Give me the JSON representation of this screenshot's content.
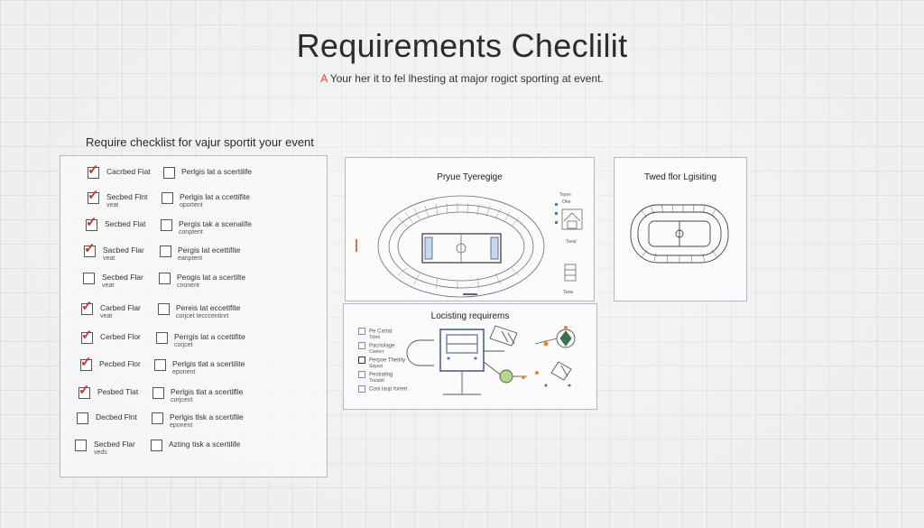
{
  "header": {
    "title": "Requirements Checlilit",
    "subtitle_accent": "A",
    "subtitle_rest": "Your her it to fel lhesting at major rogict sporting at event."
  },
  "checklist": {
    "heading": "Require checklist for vajur sportit your event",
    "left": [
      {
        "label": "Cacrbed Fiat",
        "sub": "",
        "checked": true
      },
      {
        "label": "Secbed Flnt",
        "sub": "veat",
        "checked": true
      },
      {
        "label": "Secbed Flat",
        "sub": "",
        "checked": true
      },
      {
        "label": "Sacbed Flar",
        "sub": "veat",
        "checked": true
      },
      {
        "label": "Secbed Flar",
        "sub": "veat",
        "checked": false
      },
      {
        "label": "Carbed Flar",
        "sub": "veat",
        "checked": true
      },
      {
        "label": "Cerbed Flor",
        "sub": "",
        "checked": true
      },
      {
        "label": "Pecbed Flor",
        "sub": "",
        "checked": true
      },
      {
        "label": "Pesbed Tlat",
        "sub": "",
        "checked": true
      },
      {
        "label": "Decbed Flnt",
        "sub": "",
        "checked": false
      },
      {
        "label": "Secbed Flar",
        "sub": "veds",
        "checked": false
      }
    ],
    "right": [
      {
        "label": "Perlgis lat a scertilife",
        "sub": ""
      },
      {
        "label": "Perlgis lat a ccettifite",
        "sub": "oportent"
      },
      {
        "label": "Pergis tak a scenalife",
        "sub": "conptent"
      },
      {
        "label": "Pergis lat ecettifite",
        "sub": "eanptent"
      },
      {
        "label": "Peogis lat a scertilte",
        "sub": "cnonent"
      },
      {
        "label": "Pereis lat eccetlfite",
        "sub": "corjcet tecccentinrt"
      },
      {
        "label": "Perrgis lat a ccettifite",
        "sub": "corjcet"
      },
      {
        "label": "Perlgis tlat a scertilite",
        "sub": "eponent"
      },
      {
        "label": "Perlgis tlat a scertiflle",
        "sub": "corjcent"
      },
      {
        "label": "Perlgis tlsk a scertifile",
        "sub": "eponent"
      },
      {
        "label": "Azting tisk a scertilife",
        "sub": ""
      }
    ]
  },
  "venue_card": {
    "title": "Pryue Tyeregige",
    "mini_labels": [
      "Tsyes",
      "Ohe",
      "Tseal",
      "Tssw"
    ]
  },
  "logistics_card": {
    "title": "Locisting requirems",
    "legend": [
      {
        "label": "Pe Cartat",
        "sub": "Tsbnt"
      },
      {
        "label": "Pacrlolage",
        "sub": "Coelerr"
      },
      {
        "label": "Perpoe Thetiity",
        "sub": "Saysst"
      },
      {
        "label": "Pestiatlng",
        "sub": "Trutabtl"
      },
      {
        "label": "Cooi laup fortert",
        "sub": ""
      }
    ]
  },
  "fixed_card": {
    "title": "Twed flor Lgisiting"
  },
  "colors": {
    "accent": "#c8332f",
    "card_border": "#a9b8cf",
    "line": "#5a5a6a"
  }
}
